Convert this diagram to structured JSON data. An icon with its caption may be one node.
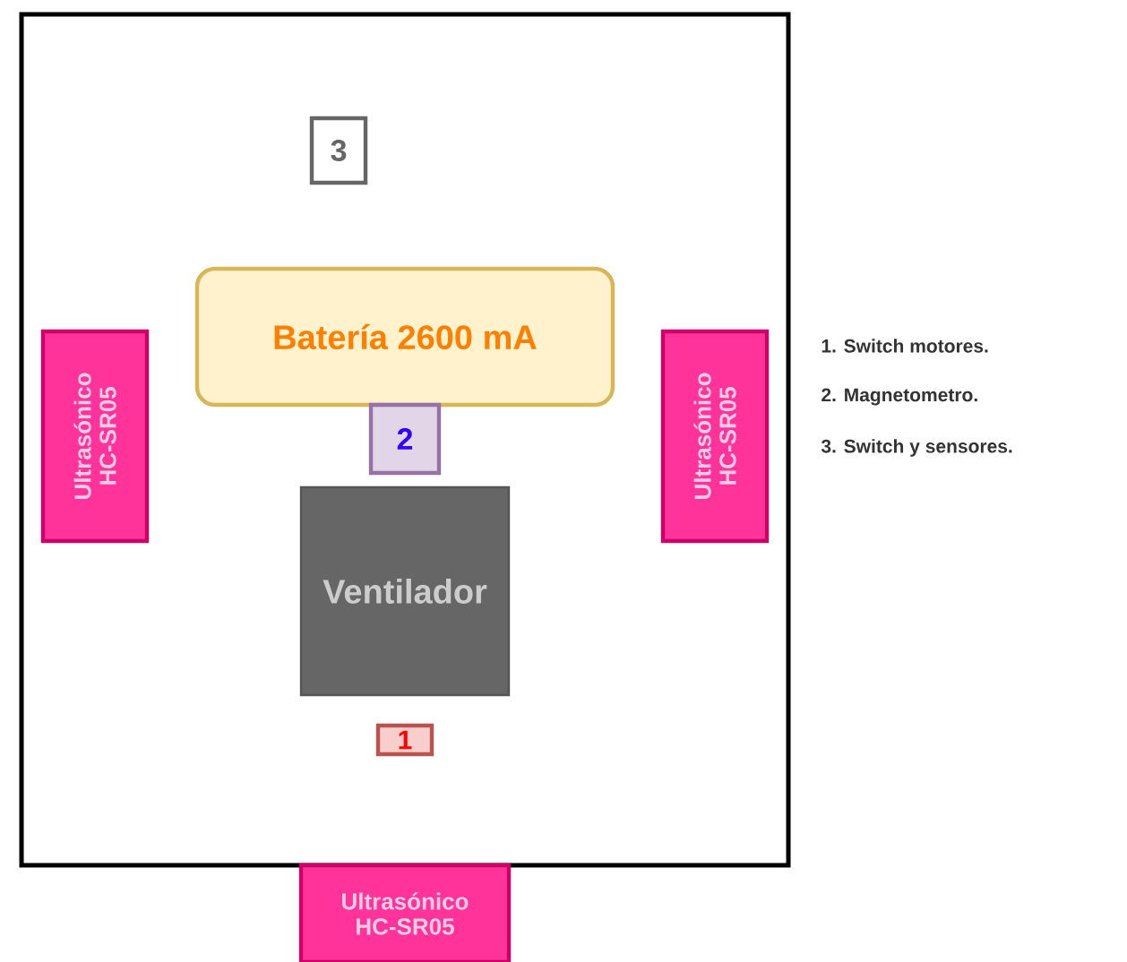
{
  "diagram": {
    "nodes": [
      {
        "text": [],
        "shape": "box"
      },
      {
        "text": [
          "3"
        ],
        "in": 0
      },
      {
        "text": [
          "Batería 2600 mA"
        ],
        "in": 0
      },
      {
        "text": [
          "2"
        ],
        "in": 0
      },
      {
        "text": [
          "Ventilador"
        ],
        "in": 0
      },
      {
        "text": [
          "1"
        ],
        "in": 0
      },
      {
        "text": [
          "Ultrasónico HC-SR05"
        ],
        "in": 0
      },
      {
        "text": [
          "Ultrasónico HC-SR05"
        ],
        "in": 0
      },
      {
        "text": [
          "Ultrasónico HC-SR05"
        ]
      }
    ],
    "labels": [
      "1. Switch motores.",
      "2. Magnetometro.",
      "3. Switch y sensores."
    ]
  }
}
